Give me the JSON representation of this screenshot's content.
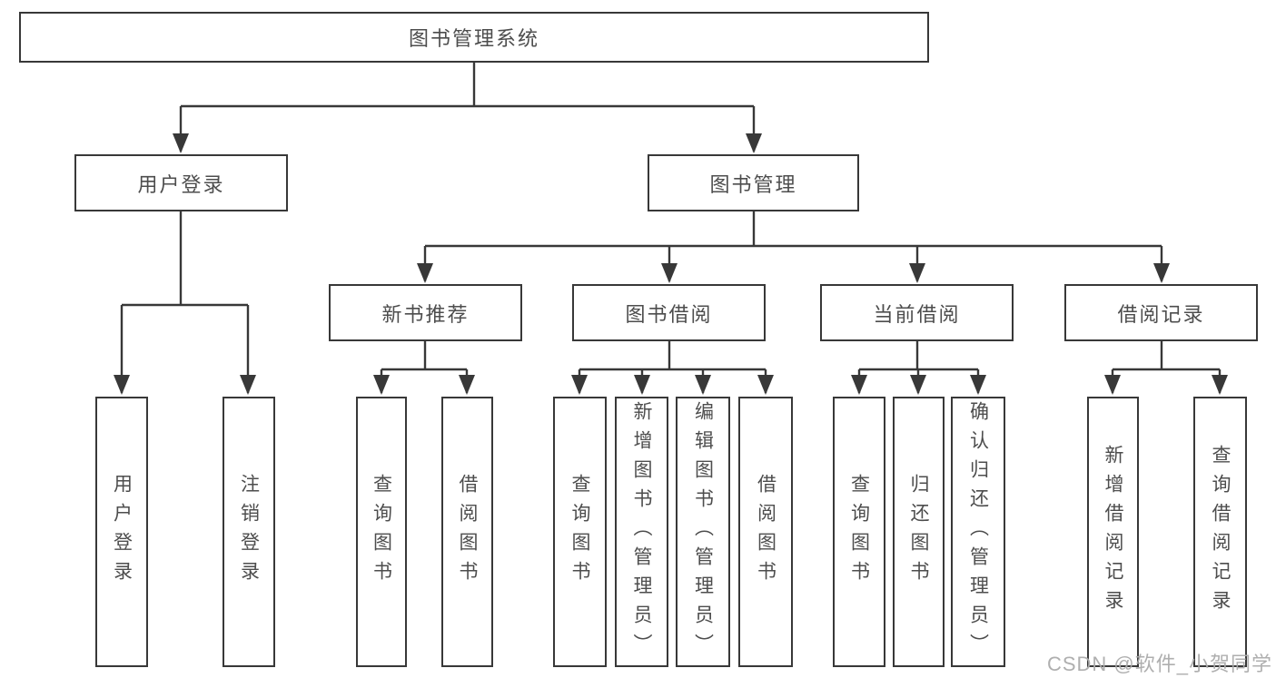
{
  "diagram": {
    "root": {
      "label": "图书管理系统"
    },
    "branches": [
      {
        "label": "用户登录",
        "children": [
          {
            "label": "用户登录"
          },
          {
            "label": "注销登录"
          }
        ]
      },
      {
        "label": "图书管理",
        "sections": [
          {
            "label": "新书推荐",
            "children": [
              {
                "label": "查询图书"
              },
              {
                "label": "借阅图书"
              }
            ]
          },
          {
            "label": "图书借阅",
            "children": [
              {
                "label": "查询图书"
              },
              {
                "label": "新增图书（管理员）"
              },
              {
                "label": "编辑图书（管理员）"
              },
              {
                "label": "借阅图书"
              }
            ]
          },
          {
            "label": "当前借阅",
            "children": [
              {
                "label": "查询图书"
              },
              {
                "label": "归还图书"
              },
              {
                "label": "确认归还（管理员）"
              }
            ]
          },
          {
            "label": "借阅记录",
            "children": [
              {
                "label": "新增借阅记录"
              },
              {
                "label": "查询借阅记录"
              }
            ]
          }
        ]
      }
    ]
  },
  "watermark": {
    "text": "CSDN @软件_小贺同学"
  },
  "colors": {
    "line": "#383838",
    "box_border": "#383838",
    "text": "#4d4d4d",
    "background": "#ffffff",
    "watermark": "#ababab"
  }
}
